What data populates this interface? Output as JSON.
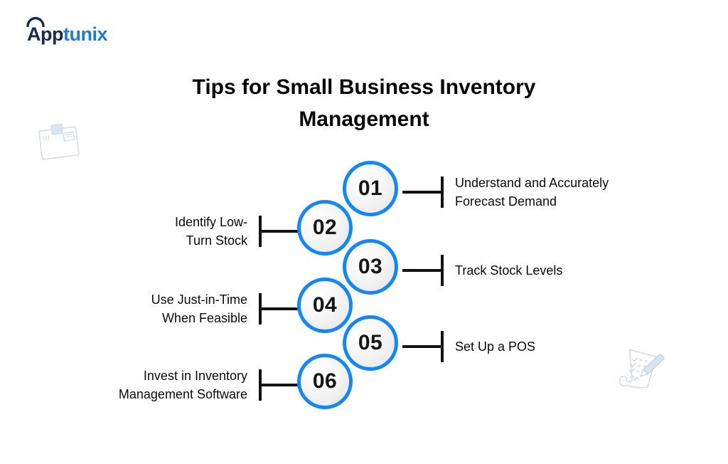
{
  "logo": {
    "text_primary": "App",
    "text_secondary": "tunix",
    "primary_color": "#1a2b47",
    "secondary_color": "#1c7cd5"
  },
  "title": {
    "line1": "Tips for Small Business Inventory",
    "line2": "Management"
  },
  "theme": {
    "accent_blue": "#1287f5",
    "connector_black": "#111111",
    "background": "#ffffff",
    "circle_fill_top": "#ffffff",
    "circle_fill_bottom": "#e4e4e4",
    "sketch_gray": "#d7dbe0",
    "sketch_blue": "#d8e6f3"
  },
  "steps": [
    {
      "number": "01",
      "side": "right",
      "label": "Understand and Accurately Forecast Demand",
      "label_lines": [
        "Understand and Accurately",
        "Forecast Demand"
      ]
    },
    {
      "number": "02",
      "side": "left",
      "label": "Identify Low-Turn Stock",
      "label_lines": [
        "Identify Low-",
        "Turn Stock"
      ]
    },
    {
      "number": "03",
      "side": "right",
      "label": "Track Stock Levels",
      "label_lines": [
        "Track Stock Levels"
      ]
    },
    {
      "number": "04",
      "side": "left",
      "label": "Use Just-in-Time When Feasible",
      "label_lines": [
        "Use Just-in-Time",
        "When Feasible"
      ]
    },
    {
      "number": "05",
      "side": "right",
      "label": "Set Up a POS",
      "label_lines": [
        "Set Up a POS"
      ]
    },
    {
      "number": "06",
      "side": "left",
      "label": "Invest in Inventory Management Software",
      "label_lines": [
        "Invest in Inventory",
        "Management Software"
      ]
    }
  ],
  "decorations": {
    "top_left": "package-envelope-sketch",
    "bottom_right": "checklist-scroll-with-pencil-sketch"
  }
}
